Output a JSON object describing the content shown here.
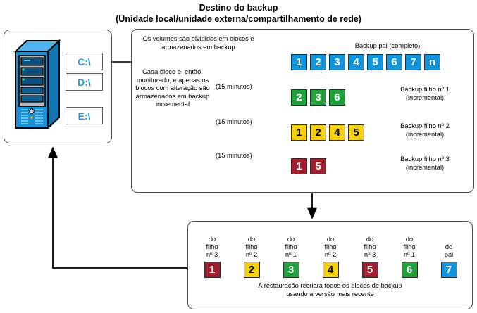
{
  "title": {
    "line1": "Destino do backup",
    "line2": "(Unidade local/unidade externa/compartilhamento de rede)"
  },
  "server": {
    "name": "server-tower",
    "drives": [
      {
        "label": "C:\\",
        "name": "drive-c"
      },
      {
        "label": "D:\\",
        "name": "drive-d"
      },
      {
        "label": "E:\\",
        "name": "drive-e"
      }
    ]
  },
  "destination": {
    "intro_text": "Os volumes são divididos em blocos e armazenados em backup",
    "monitor_text": "Cada bloco é, então, monitorado, e apenas os blocos com alteração são armazenados em backup incremental",
    "intervals": [
      "(15 minutos)",
      "(15 minutos)",
      "(15 minutos)"
    ],
    "rows": [
      {
        "caption_line1": "Backup pai (completo)",
        "caption_line2": "",
        "color": "blue",
        "color_hex": "#1095dd",
        "blocks": [
          "1",
          "2",
          "3",
          "4",
          "5",
          "6",
          "7",
          "n"
        ]
      },
      {
        "caption_line1": "Backup filho nº 1",
        "caption_line2": "(incremental)",
        "color": "green",
        "color_hex": "#22a03c",
        "blocks": [
          "2",
          "3",
          "6"
        ]
      },
      {
        "caption_line1": "Backup filho nº 2",
        "caption_line2": "(incremental)",
        "color": "yellow",
        "color_hex": "#f5cf08",
        "blocks": [
          "1",
          "2",
          "4",
          "5"
        ]
      },
      {
        "caption_line1": "Backup filho nº 3",
        "caption_line2": "(incremental)",
        "color": "red",
        "color_hex": "#a01f2f",
        "blocks": [
          "1",
          "5"
        ]
      }
    ]
  },
  "restore": {
    "columns": [
      {
        "label_lines": [
          "do",
          "filho",
          "nº 3"
        ],
        "block": "1",
        "color": "red"
      },
      {
        "label_lines": [
          "do",
          "filho",
          "nº 2"
        ],
        "block": "2",
        "color": "yellow"
      },
      {
        "label_lines": [
          "do",
          "filho",
          "nº 1"
        ],
        "block": "3",
        "color": "green"
      },
      {
        "label_lines": [
          "do",
          "filho",
          "nº 2"
        ],
        "block": "4",
        "color": "yellow"
      },
      {
        "label_lines": [
          "do",
          "filho",
          "nº 3"
        ],
        "block": "5",
        "color": "red"
      },
      {
        "label_lines": [
          "do",
          "filho",
          "nº 1"
        ],
        "block": "6",
        "color": "green"
      },
      {
        "label_lines": [
          "do",
          "pai"
        ],
        "block": "7",
        "color": "blue"
      }
    ],
    "note_line1": "A restauração recriará todos os blocos de backup",
    "note_line2": "usando a versão mais recente"
  }
}
